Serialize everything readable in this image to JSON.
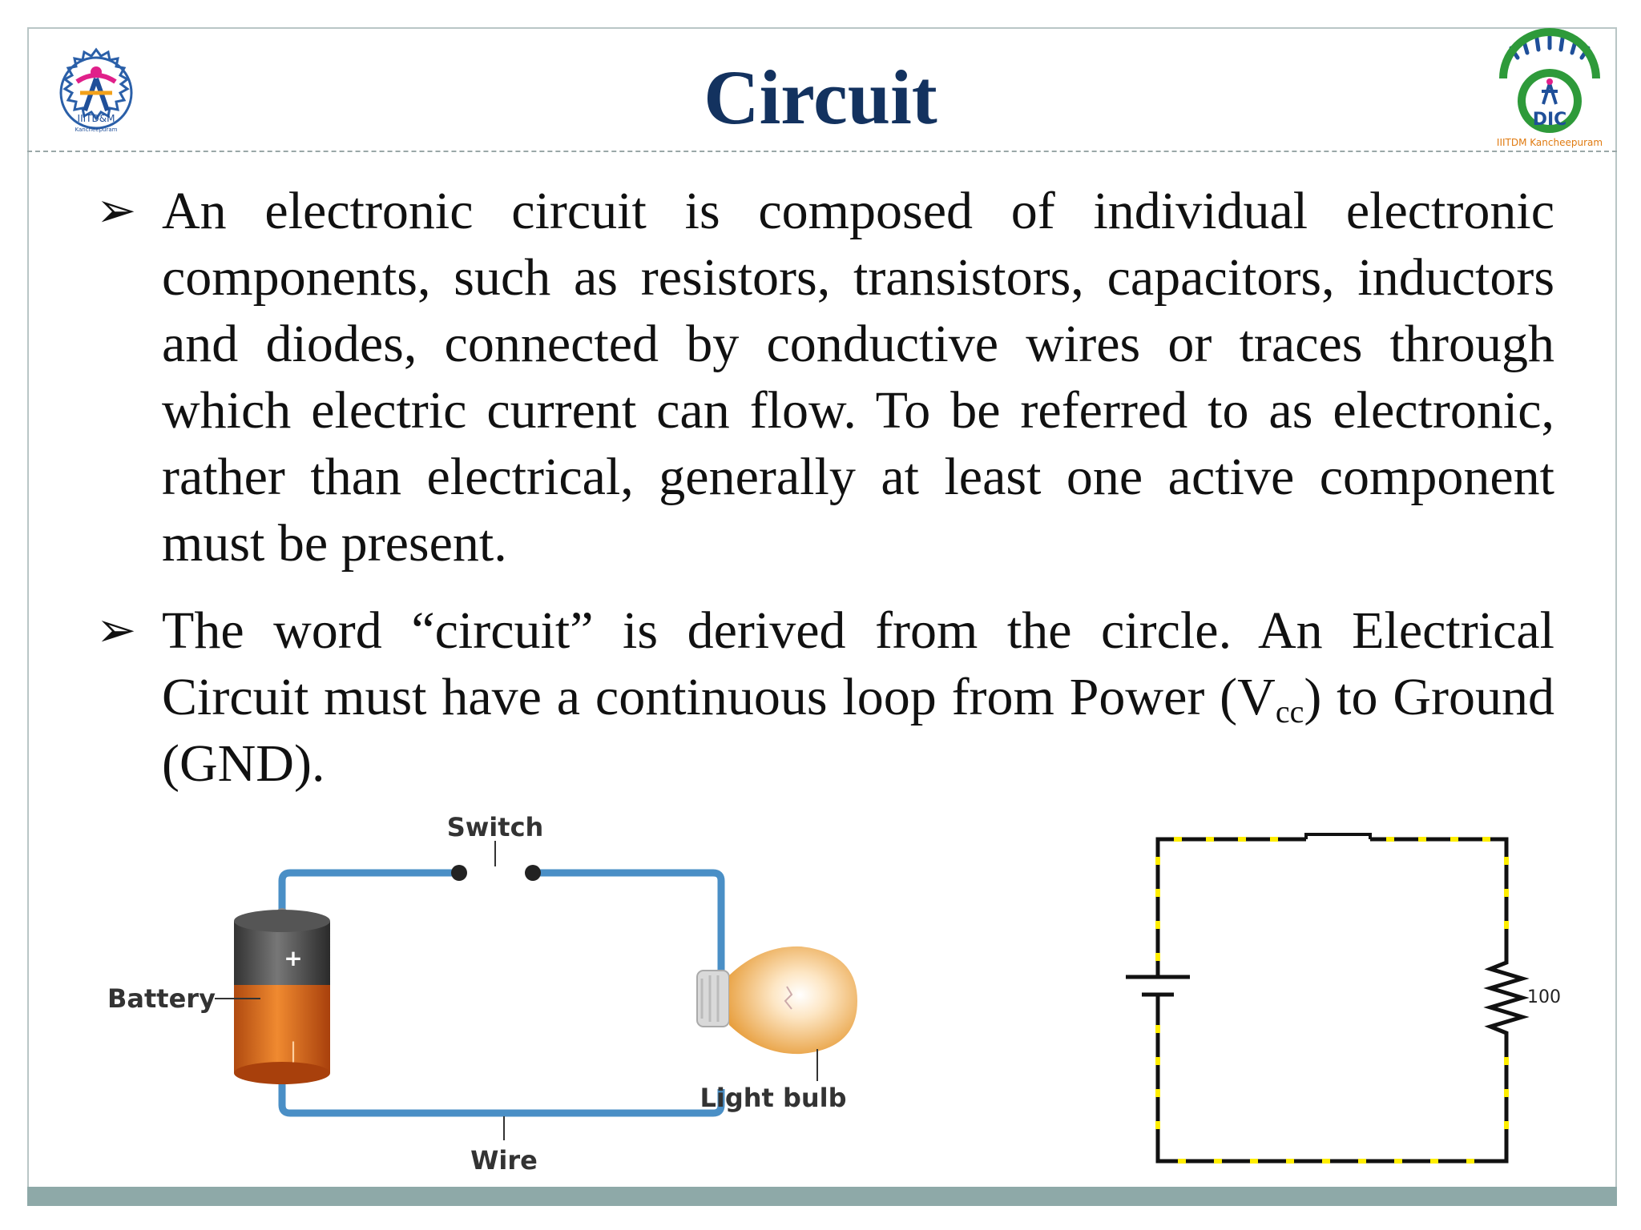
{
  "slide": {
    "title": "Circuit",
    "logos": {
      "left_text": "IIITD&M",
      "left_subtext": "Kancheepuram",
      "right_text": "DIC",
      "right_subtext": "IIITDM Kancheepuram"
    },
    "bullets": [
      {
        "text": "An electronic circuit is composed of individual electronic components, such as resistors, transistors, capacitors, inductors and diodes, connected by conductive wires or traces through which electric current can flow. To be referred to as electronic, rather than electrical, generally at least one active component must be present."
      },
      {
        "text_before": "The word “circuit” is derived from the circle. An Electrical Circuit must have a continuous loop from Power (V",
        "subscript": "cc",
        "text_after": ") to Ground (GND)."
      }
    ],
    "diagram_left": {
      "switch_label": "Switch",
      "battery_label": "Battery",
      "plus_sign": "+",
      "minus_sign": "|",
      "light_bulb_label": "Light bulb",
      "wire_label": "Wire"
    },
    "diagram_right": {
      "resistor_value": "100"
    },
    "colors": {
      "title": "#13325f",
      "wire": "#4a8fc6",
      "bottom_bar": "#8ea9a8",
      "schematic_dots": "#ffee00"
    }
  }
}
